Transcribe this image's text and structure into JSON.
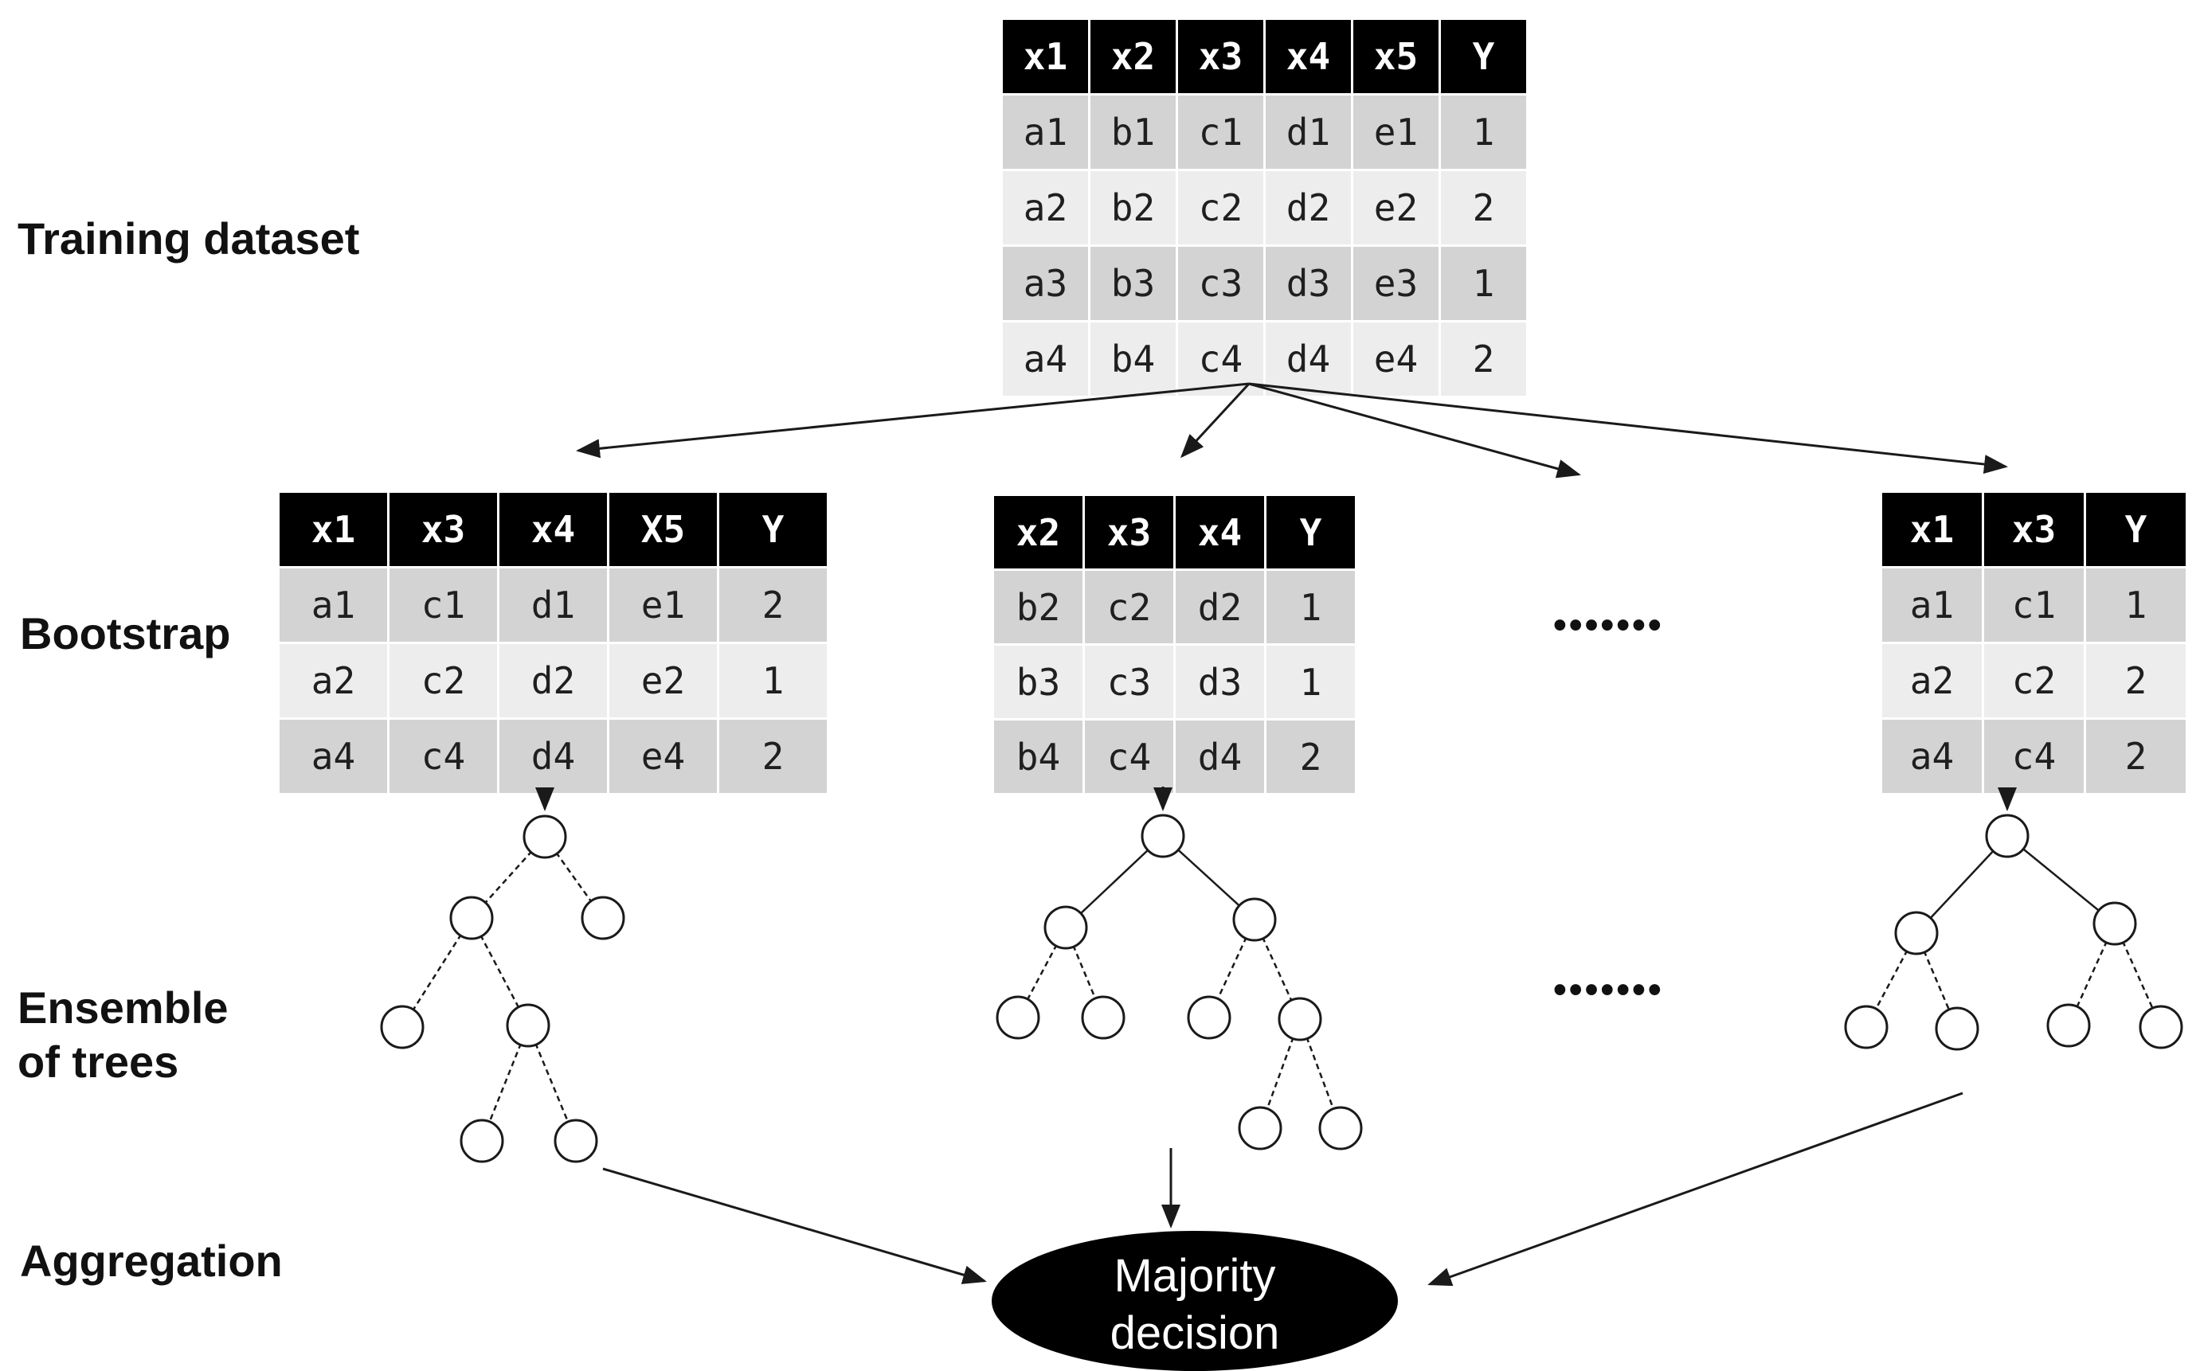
{
  "labels": {
    "training": "Training dataset",
    "bootstrap": "Bootstrap",
    "ensemble_line1": "Ensemble",
    "ensemble_line2": "of trees",
    "aggregation": "Aggregation"
  },
  "tables": {
    "training": {
      "headers": [
        "x1",
        "x2",
        "x3",
        "x4",
        "x5",
        "Y"
      ],
      "rows": [
        [
          "a1",
          "b1",
          "c1",
          "d1",
          "e1",
          "1"
        ],
        [
          "a2",
          "b2",
          "c2",
          "d2",
          "e2",
          "2"
        ],
        [
          "a3",
          "b3",
          "c3",
          "d3",
          "e3",
          "1"
        ],
        [
          "a4",
          "b4",
          "c4",
          "d4",
          "e4",
          "2"
        ]
      ]
    },
    "bootstrap_1": {
      "headers": [
        "x1",
        "x3",
        "x4",
        "X5",
        "Y"
      ],
      "rows": [
        [
          "a1",
          "c1",
          "d1",
          "e1",
          "2"
        ],
        [
          "a2",
          "c2",
          "d2",
          "e2",
          "1"
        ],
        [
          "a4",
          "c4",
          "d4",
          "e4",
          "2"
        ]
      ]
    },
    "bootstrap_2": {
      "headers": [
        "x2",
        "x3",
        "x4",
        "Y"
      ],
      "rows": [
        [
          "b2",
          "c2",
          "d2",
          "1"
        ],
        [
          "b3",
          "c3",
          "d3",
          "1"
        ],
        [
          "b4",
          "c4",
          "d4",
          "2"
        ]
      ]
    },
    "bootstrap_3": {
      "headers": [
        "x1",
        "x3",
        "Y"
      ],
      "rows": [
        [
          "a1",
          "c1",
          "1"
        ],
        [
          "a2",
          "c2",
          "2"
        ],
        [
          "a4",
          "c4",
          "2"
        ]
      ]
    }
  },
  "ellipsis_dots": "•••••••",
  "aggregation_node": {
    "line1": "Majority",
    "line2": "decision"
  },
  "colors": {
    "header_bg": "#000000",
    "header_text": "#ffffff",
    "row_dark": "#d3d3d3",
    "row_light": "#ededed",
    "cell_text": "#1f1f1f",
    "line_color": "#1a1a1a",
    "node_fill": "#ffffff",
    "ellipse_fill": "#000000",
    "ellipse_text": "#ffffff"
  }
}
